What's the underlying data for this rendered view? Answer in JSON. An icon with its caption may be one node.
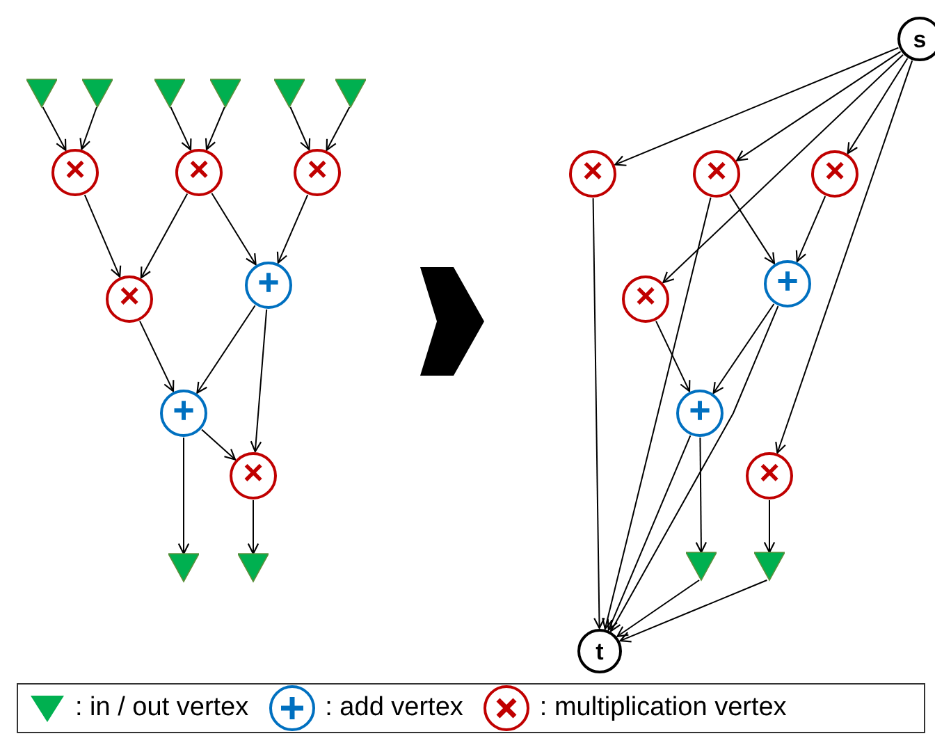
{
  "diagram": {
    "nodes": [
      {
        "text": [],
        "shape": "triangle"
      },
      {
        "text": [],
        "shape": "triangle"
      },
      {
        "text": [],
        "shape": "triangle"
      },
      {
        "text": [],
        "shape": "triangle"
      },
      {
        "text": [],
        "shape": "triangle"
      },
      {
        "text": [],
        "shape": "triangle"
      },
      {
        "text": [
          "×"
        ]
      },
      {
        "text": [
          "×"
        ]
      },
      {
        "text": [
          "×"
        ]
      },
      {
        "text": [
          "×"
        ]
      },
      {
        "text": [
          "+"
        ]
      },
      {
        "text": [
          "+"
        ]
      },
      {
        "text": [
          "×"
        ]
      },
      {
        "text": [],
        "shape": "triangle"
      },
      {
        "text": [],
        "shape": "triangle"
      },
      {
        "text": [
          "s"
        ]
      },
      {
        "text": [
          "×"
        ]
      },
      {
        "text": [
          "×"
        ]
      },
      {
        "text": [
          "×"
        ]
      },
      {
        "text": [
          "×"
        ]
      },
      {
        "text": [
          "+"
        ]
      },
      {
        "text": [
          "+"
        ]
      },
      {
        "text": [
          "×"
        ]
      },
      {
        "text": [],
        "shape": "triangle"
      },
      {
        "text": [],
        "shape": "triangle"
      },
      {
        "text": [
          "t"
        ]
      }
    ],
    "edges": [
      {
        "from": 0,
        "to": 6,
        "arrow": "to"
      },
      {
        "from": 1,
        "to": 6,
        "arrow": "to"
      },
      {
        "from": 2,
        "to": 7,
        "arrow": "to"
      },
      {
        "from": 3,
        "to": 7,
        "arrow": "to"
      },
      {
        "from": 4,
        "to": 8,
        "arrow": "to"
      },
      {
        "from": 5,
        "to": 8,
        "arrow": "to"
      },
      {
        "from": 6,
        "to": 9,
        "arrow": "to"
      },
      {
        "from": 7,
        "to": 9,
        "arrow": "to"
      },
      {
        "from": 7,
        "to": 10,
        "arrow": "to"
      },
      {
        "from": 8,
        "to": 10,
        "arrow": "to"
      },
      {
        "from": 9,
        "to": 11,
        "arrow": "to"
      },
      {
        "from": 10,
        "to": 11,
        "arrow": "to"
      },
      {
        "from": 10,
        "to": 12,
        "arrow": "to"
      },
      {
        "from": 11,
        "to": 12,
        "arrow": "to"
      },
      {
        "from": 11,
        "to": 13,
        "arrow": "to"
      },
      {
        "from": 12,
        "to": 14,
        "arrow": "to"
      },
      {
        "from": 15,
        "to": 16,
        "arrow": "to"
      },
      {
        "from": 15,
        "to": 17,
        "arrow": "to"
      },
      {
        "from": 15,
        "to": 18,
        "arrow": "to"
      },
      {
        "from": 15,
        "to": 19,
        "arrow": "to"
      },
      {
        "from": 15,
        "to": 22,
        "arrow": "to"
      },
      {
        "from": 17,
        "to": 20,
        "arrow": "to"
      },
      {
        "from": 18,
        "to": 20,
        "arrow": "to"
      },
      {
        "from": 19,
        "to": 21,
        "arrow": "to"
      },
      {
        "from": 20,
        "to": 21,
        "arrow": "to"
      },
      {
        "from": 21,
        "to": 23,
        "arrow": "to"
      },
      {
        "from": 22,
        "to": 24,
        "arrow": "to"
      },
      {
        "from": 16,
        "to": 25,
        "arrow": "to"
      },
      {
        "from": 17,
        "to": 25,
        "arrow": "to"
      },
      {
        "from": 20,
        "to": 25,
        "arrow": "to"
      },
      {
        "from": 21,
        "to": 25,
        "arrow": "to"
      },
      {
        "from": 23,
        "to": 25,
        "arrow": "to"
      },
      {
        "from": 24,
        "to": 25,
        "arrow": "to"
      }
    ],
    "legend": [
      {
        "text": ": in / out vertex"
      },
      {
        "text": ": add vertex"
      },
      {
        "text": ": multiplication vertex"
      }
    ]
  }
}
